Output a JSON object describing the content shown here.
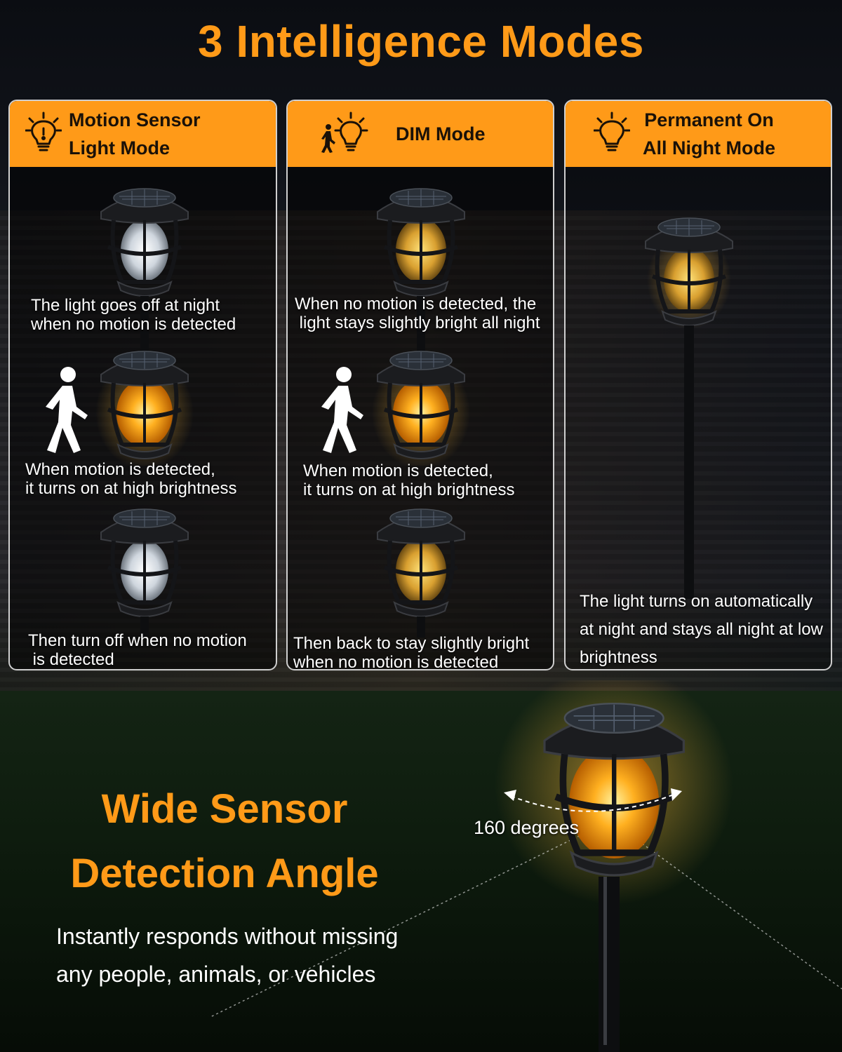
{
  "headline": "3 Intelligence Modes",
  "icons": {
    "bulb": "light-bulb-icon",
    "walker": "walking-person-icon"
  },
  "colors": {
    "accent": "#ff9a18",
    "warm_light": "#ffb020",
    "white_light": "#e8ecf0"
  },
  "modes": [
    {
      "title_line1": "Motion Sensor",
      "title_line2": "Light Mode",
      "steps": [
        {
          "line1": "The light goes off at night",
          "line2": "when no motion is detected"
        },
        {
          "line1": "When motion is detected,",
          "line2": "it turns on at high brightness"
        },
        {
          "line1": "Then turn off when no motion",
          "line2": " is detected"
        }
      ]
    },
    {
      "title_line1": "DIM Mode",
      "steps": [
        {
          "line1": "When no motion is detected, the",
          "line2": " light stays slightly bright all night"
        },
        {
          "line1": "When motion is detected,",
          "line2": "it turns on at high brightness"
        },
        {
          "line1": "Then back to stay slightly bright",
          "line2": "when no motion is detected"
        }
      ]
    },
    {
      "title_line1": "Permanent On",
      "title_line2": "All Night Mode",
      "steps": [
        {
          "line1": "The light turns on automatically",
          "line2": "at night and stays all night at low",
          "line3": "brightness"
        }
      ]
    }
  ],
  "sensor": {
    "title_line1": "Wide Sensor",
    "title_line2": "Detection Angle",
    "desc_line1": "Instantly responds without missing",
    "desc_line2": "any people, animals, or vehicles",
    "angle_label": "160 degrees"
  }
}
